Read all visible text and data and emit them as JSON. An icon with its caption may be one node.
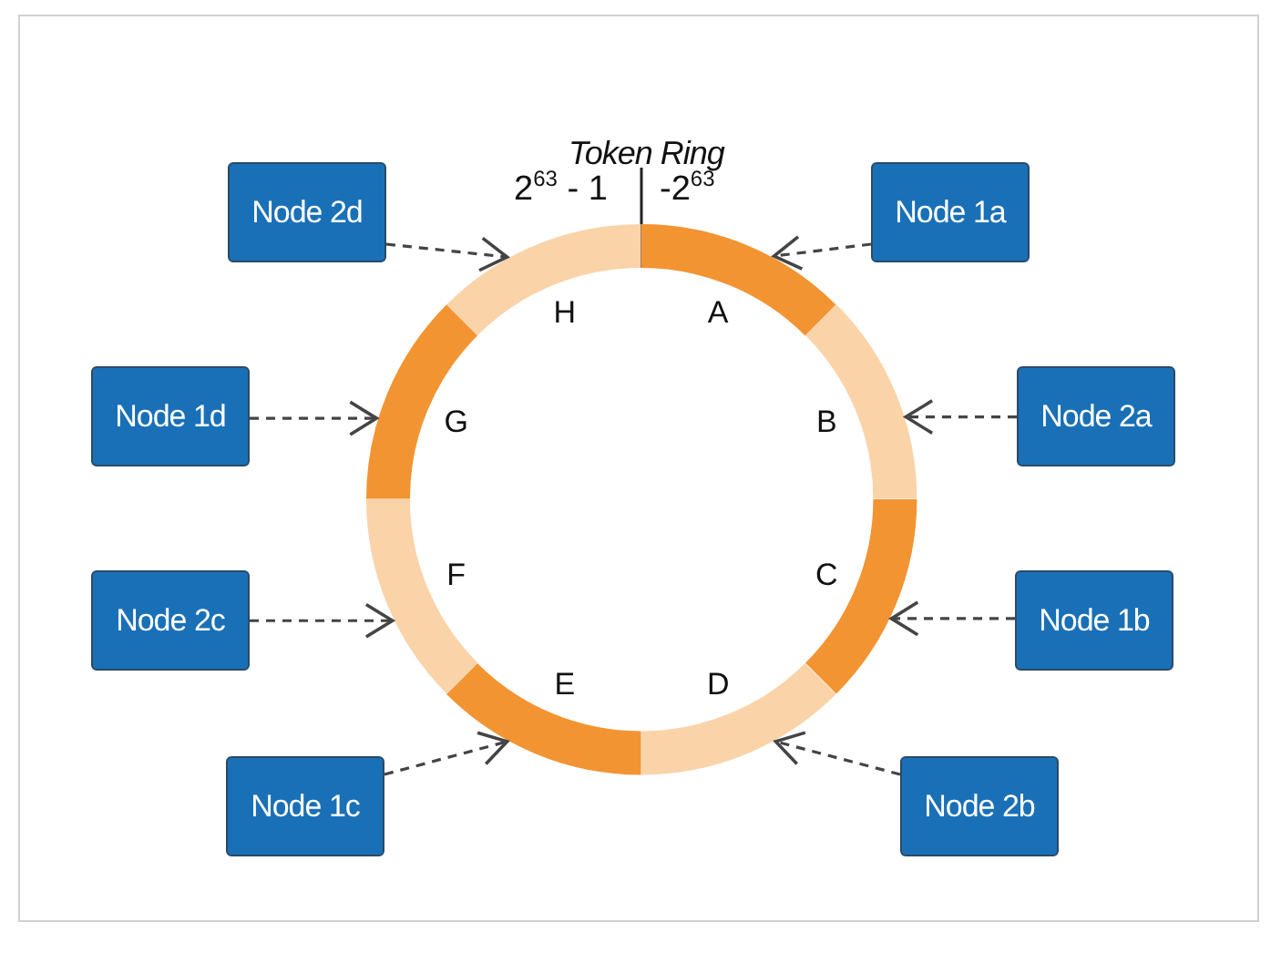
{
  "diagram": {
    "title": "Token Ring",
    "nodes": [
      {
        "text": [
          "Node 2d"
        ]
      },
      {
        "text": [
          "Node 1a"
        ]
      },
      {
        "text": [
          "Node 1d"
        ]
      },
      {
        "text": [
          "Node 2a"
        ]
      },
      {
        "text": [
          "Node 2c"
        ]
      },
      {
        "text": [
          "Node 1b"
        ]
      },
      {
        "text": [
          "Node 1c"
        ]
      },
      {
        "text": [
          "Node 2b"
        ]
      },
      {
        "text": [
          "A"
        ]
      },
      {
        "text": [
          "B"
        ]
      },
      {
        "text": [
          "C"
        ]
      },
      {
        "text": [
          "D"
        ]
      },
      {
        "text": [
          "E"
        ]
      },
      {
        "text": [
          "F"
        ]
      },
      {
        "text": [
          "G"
        ]
      },
      {
        "text": [
          "H"
        ]
      }
    ],
    "edges": [
      {
        "from": 1,
        "to": 8,
        "arrow": "to",
        "style": "dashed"
      },
      {
        "from": 3,
        "to": 9,
        "arrow": "to",
        "style": "dashed"
      },
      {
        "from": 5,
        "to": 10,
        "arrow": "to",
        "style": "dashed"
      },
      {
        "from": 7,
        "to": 11,
        "arrow": "to",
        "style": "dashed"
      },
      {
        "from": 6,
        "to": 12,
        "arrow": "to",
        "style": "dashed"
      },
      {
        "from": 4,
        "to": 13,
        "arrow": "to",
        "style": "dashed"
      },
      {
        "from": 2,
        "to": 14,
        "arrow": "to",
        "style": "dashed"
      },
      {
        "from": 0,
        "to": 15,
        "arrow": "to",
        "style": "dashed"
      }
    ],
    "labels": [
      "2$^{63}$ - 1",
      "-2$^{63}$"
    ]
  }
}
